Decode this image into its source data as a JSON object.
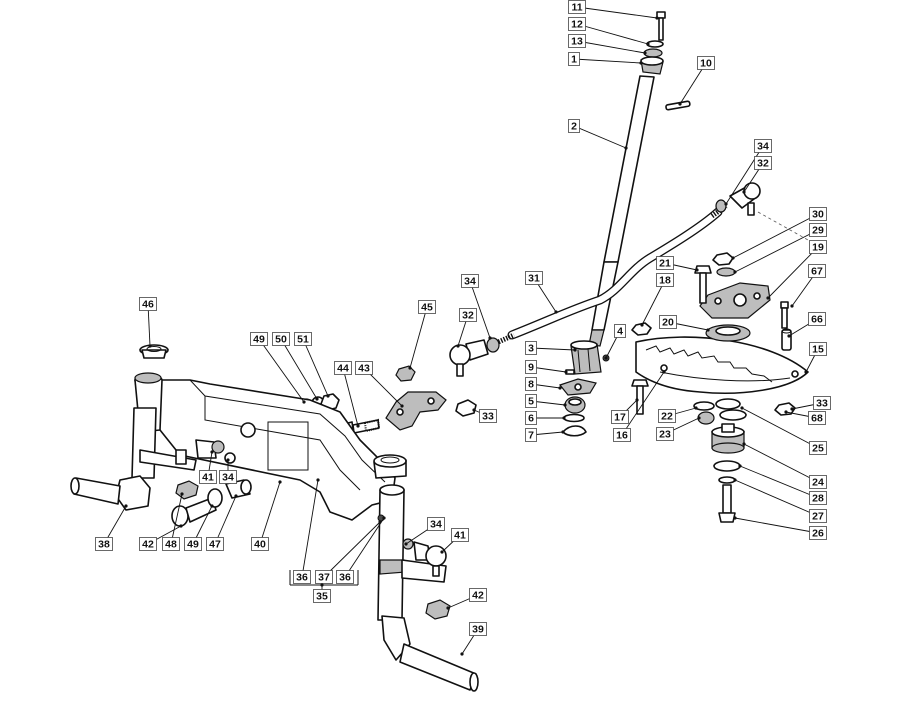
{
  "callouts": [
    {
      "text": "11"
    },
    {
      "text": "12"
    },
    {
      "text": "13"
    },
    {
      "text": "1"
    },
    {
      "text": "10"
    },
    {
      "text": "2"
    },
    {
      "text": "34"
    },
    {
      "text": "32"
    },
    {
      "text": "30"
    },
    {
      "text": "29"
    },
    {
      "text": "19"
    },
    {
      "text": "67"
    },
    {
      "text": "21"
    },
    {
      "text": "18"
    },
    {
      "text": "31"
    },
    {
      "text": "34"
    },
    {
      "text": "32"
    },
    {
      "text": "45"
    },
    {
      "text": "4"
    },
    {
      "text": "20"
    },
    {
      "text": "66"
    },
    {
      "text": "15"
    },
    {
      "text": "3"
    },
    {
      "text": "9"
    },
    {
      "text": "8"
    },
    {
      "text": "5"
    },
    {
      "text": "6"
    },
    {
      "text": "7"
    },
    {
      "text": "33"
    },
    {
      "text": "17"
    },
    {
      "text": "16"
    },
    {
      "text": "22"
    },
    {
      "text": "23"
    },
    {
      "text": "33"
    },
    {
      "text": "68"
    },
    {
      "text": "25"
    },
    {
      "text": "24"
    },
    {
      "text": "28"
    },
    {
      "text": "27"
    },
    {
      "text": "26"
    },
    {
      "text": "46"
    },
    {
      "text": "49"
    },
    {
      "text": "50"
    },
    {
      "text": "51"
    },
    {
      "text": "44"
    },
    {
      "text": "43"
    },
    {
      "text": "41"
    },
    {
      "text": "34"
    },
    {
      "text": "38"
    },
    {
      "text": "42"
    },
    {
      "text": "48"
    },
    {
      "text": "49"
    },
    {
      "text": "47"
    },
    {
      "text": "40"
    },
    {
      "text": "36"
    },
    {
      "text": "37"
    },
    {
      "text": "36"
    },
    {
      "text": "35"
    },
    {
      "text": "34"
    },
    {
      "text": "41"
    },
    {
      "text": "42"
    },
    {
      "text": "39"
    }
  ]
}
